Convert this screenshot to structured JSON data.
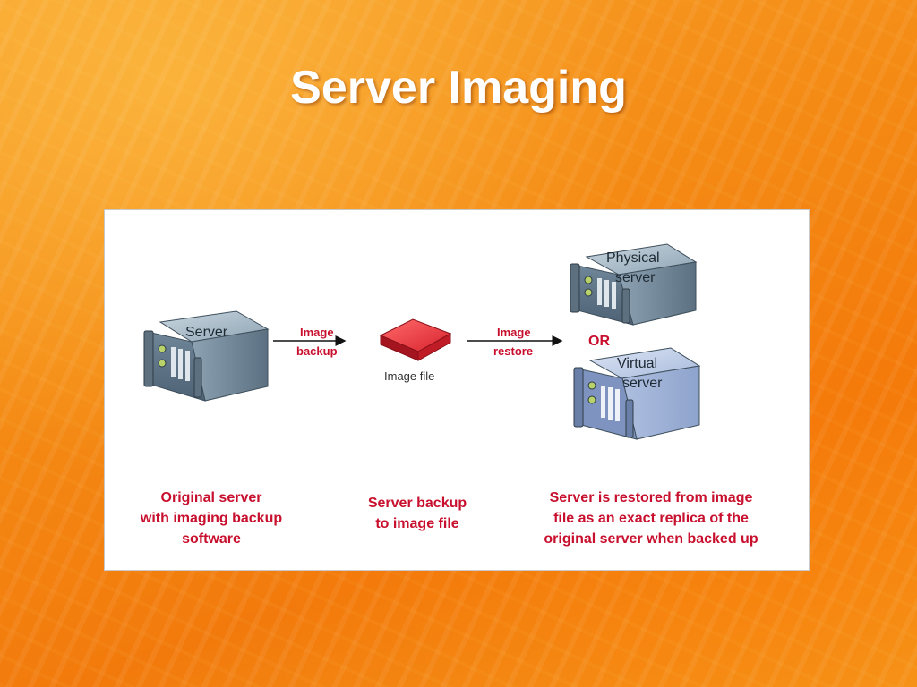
{
  "slide": {
    "title": "Server Imaging"
  },
  "diagram": {
    "source_server": {
      "label": "Server",
      "icon": "server-icon"
    },
    "backup_arrow": {
      "line1": "Image",
      "line2": "backup"
    },
    "image_file": {
      "label": "Image file",
      "icon": "image-file-icon"
    },
    "restore_arrow": {
      "line1": "Image",
      "line2": "restore"
    },
    "or_label": "OR",
    "physical_server": {
      "line1": "Physical",
      "line2": "server",
      "icon": "server-icon"
    },
    "virtual_server": {
      "line1": "Virtual",
      "line2": "server",
      "icon": "server-icon"
    },
    "captions": {
      "original": "Original server\nwith imaging backup\nsoftware",
      "backup": "Server backup\nto image file",
      "restored": "Server is restored from image\nfile as an exact replica of the\noriginal server when backed up"
    }
  },
  "colors": {
    "accent_red": "#c8102e",
    "server_blue": "#7d95a8",
    "virtual_blue": "#b7c7e6",
    "image_file_red": "#d8222e"
  }
}
